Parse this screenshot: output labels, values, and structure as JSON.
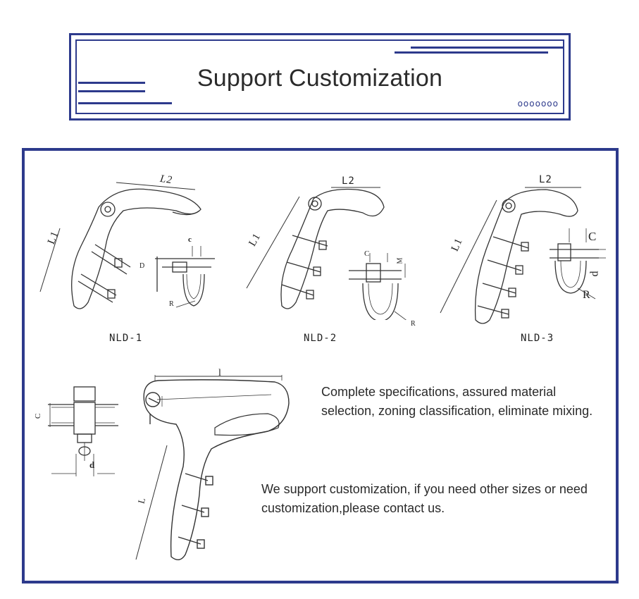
{
  "banner": {
    "title": "Support Customization",
    "dots": "ooooooo"
  },
  "models": [
    "NLD-1",
    "NLD-2",
    "NLD-3"
  ],
  "dimensions": {
    "l1": "L1",
    "l2": "L2",
    "c_lower": "c",
    "c_upper": "C",
    "d_lower": "d",
    "d_upper": "D",
    "r": "R",
    "m": "M",
    "l_lower": "l",
    "l_upper": "L"
  },
  "text": {
    "specs": "Complete specifications, assured material selection, zoning classification, eliminate mixing.",
    "customize": "We support customization, if you need other sizes or need customization,please contact us."
  }
}
